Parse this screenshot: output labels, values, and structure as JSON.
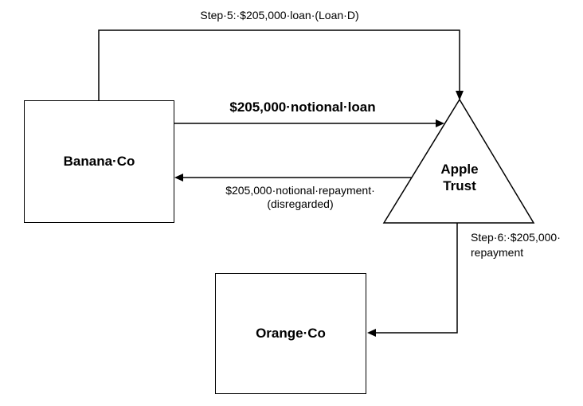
{
  "diagram": {
    "background_color": "#ffffff",
    "line_color": "#000000",
    "text_color": "#000000",
    "nodes": {
      "banana_co": {
        "shape": "rectangle",
        "label": "Banana·Co"
      },
      "apple_trust": {
        "shape": "triangle",
        "label_line1": "Apple",
        "label_line2": "Trust"
      },
      "orange_co": {
        "shape": "rectangle",
        "label": "Orange·Co"
      }
    },
    "edges": {
      "step5_loan": {
        "from": "banana_co",
        "to": "apple_trust",
        "label": "Step·5:·$205,000·loan·(Loan·D)"
      },
      "notional_loan": {
        "from": "banana_co",
        "to": "apple_trust",
        "label": "$205,000·notional·loan"
      },
      "notional_repayment": {
        "from": "apple_trust",
        "to": "banana_co",
        "label_line1": "$205,000·notional·repayment·",
        "label_line2": "(disregarded)"
      },
      "step6_repayment": {
        "from": "apple_trust",
        "to": "orange_co",
        "label_line1": "Step·6:·$205,000·",
        "label_line2": "repayment"
      }
    }
  }
}
